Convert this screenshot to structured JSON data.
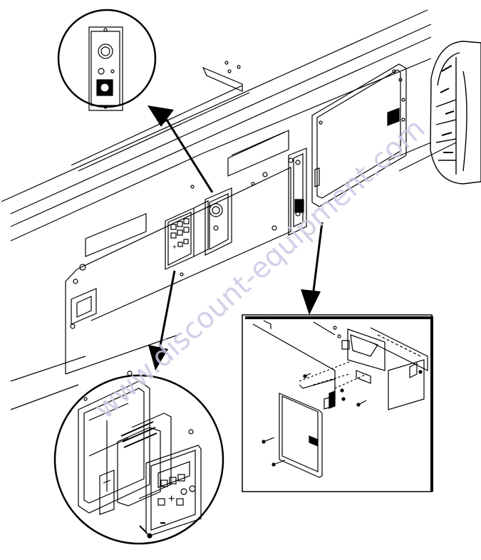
{
  "watermark": {
    "text": "www.discount-equipment.com",
    "color": "#c9c9e4"
  },
  "colors": {
    "line": "#000000",
    "paper": "#ffffff",
    "shade": "#e8e8e8"
  },
  "callouts": [
    {
      "name": "detail-top-left-switch-bracket",
      "shape": "circle"
    },
    {
      "name": "detail-bottom-left-control-box-exploded",
      "shape": "circle"
    },
    {
      "name": "detail-right-access-door-exploded",
      "shape": "box"
    }
  ]
}
